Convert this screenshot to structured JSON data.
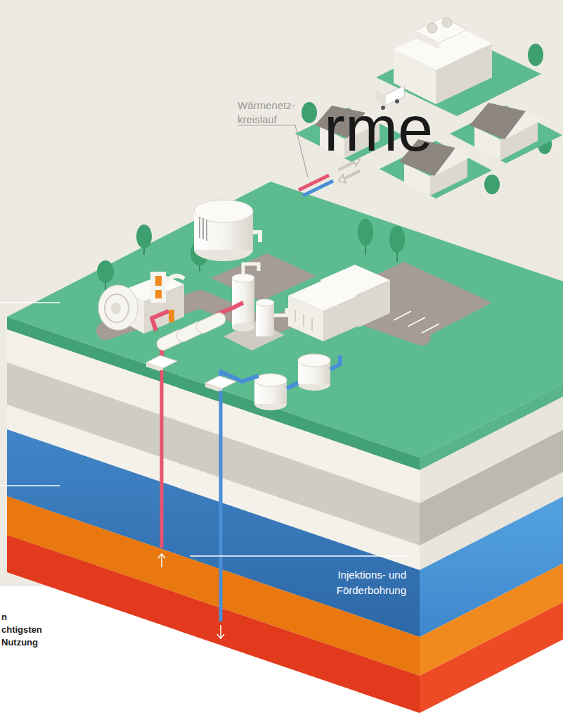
{
  "diagram": {
    "title": "rme",
    "labels": [
      "Wärmenetz- kreislauf",
      "Injektions- und Förderbohrung",
      "n",
      "chtigsten",
      "Nutzung"
    ]
  }
}
